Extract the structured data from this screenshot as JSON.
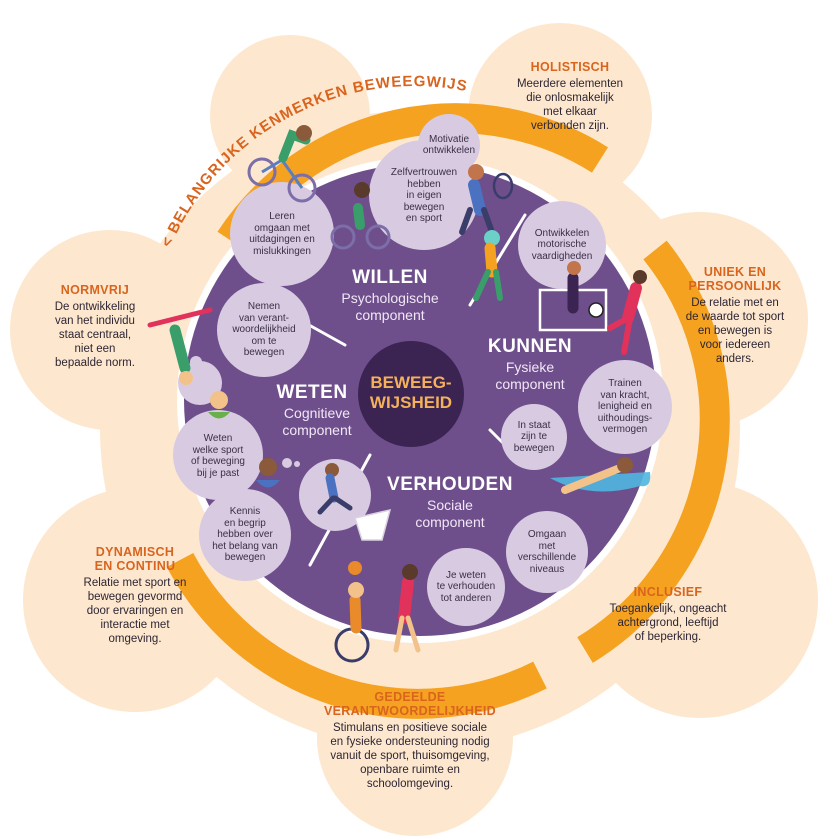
{
  "arc_title": "< BELANGRIJKE KENMERKEN BEWEEGWIJSHEID >",
  "center": {
    "line1": "BEWEEG-",
    "line2": "WIJSHEID"
  },
  "components": [
    {
      "id": "willen",
      "title": "WILLEN",
      "subtitle": [
        "Psychologische",
        "component"
      ]
    },
    {
      "id": "kunnen",
      "title": "KUNNEN",
      "subtitle": [
        "Fysieke",
        "component"
      ]
    },
    {
      "id": "weten",
      "title": "WETEN",
      "subtitle": [
        "Cognitieve",
        "component"
      ]
    },
    {
      "id": "verhouden",
      "title": "VERHOUDEN",
      "subtitle": [
        "Sociale",
        "component"
      ]
    }
  ],
  "bubbles": {
    "motivatie": [
      "Motivatie",
      "ontwikkelen"
    ],
    "zelfvertrouwen": [
      "Zelfvertrouwen",
      "hebben",
      "in eigen",
      "bewegen",
      "en sport"
    ],
    "leren": [
      "Leren",
      "omgaan met",
      "uitdagingen en",
      "mislukkingen"
    ],
    "motorisch": [
      "Ontwikkelen",
      "motorische",
      "vaardigheden"
    ],
    "trainen": [
      "Trainen",
      "van kracht,",
      "lenigheid en",
      "uithoudings-",
      "vermogen"
    ],
    "instaat": [
      "In staat",
      "zijn te",
      "bewegen"
    ],
    "nemen": [
      "Nemen",
      "van verant-",
      "woordelijkheid",
      "om te",
      "bewegen"
    ],
    "welke": [
      "Weten",
      "welke sport",
      "of beweging",
      "bij je past"
    ],
    "kennis": [
      "Kennis",
      "en begrip",
      "hebben over",
      "het belang van",
      "bewegen"
    ],
    "omgaan": [
      "Omgaan",
      "met",
      "verschillende",
      "niveaus"
    ],
    "verhouden": [
      "Je weten",
      "te verhouden",
      "tot anderen"
    ]
  },
  "characteristics": {
    "holistisch": {
      "title": "HOLISTISCH",
      "desc": [
        "Meerdere elementen",
        "die onlosmakelijk",
        "met elkaar",
        "verbonden zijn."
      ]
    },
    "uniek": {
      "title": [
        "UNIEK EN",
        "PERSOONLIJK"
      ],
      "desc": [
        "De relatie met en",
        "de waarde tot sport",
        "en bewegen is",
        "voor iedereen",
        "anders."
      ]
    },
    "normvrij": {
      "title": "NORMVRIJ",
      "desc": [
        "De ontwikkeling",
        "van het individu",
        "staat centraal,",
        "niet een",
        "bepaalde norm."
      ]
    },
    "dynamisch": {
      "title": [
        "DYNAMISCH",
        "EN CONTINU"
      ],
      "desc": [
        "Relatie met sport en",
        "bewegen gevormd",
        "door ervaringen en",
        "interactie met",
        "omgeving."
      ]
    },
    "inclusief": {
      "title": "INCLUSIEF",
      "desc": [
        "Toegankelijk, ongeacht",
        "achtergrond, leeftijd",
        "of beperking."
      ]
    },
    "gedeelde": {
      "title": [
        "GEDEELDE",
        "VERANTWOORDELIJKHEID"
      ],
      "desc": [
        "Stimulans en positieve sociale",
        "en fysieke ondersteuning nodig",
        "vanuit de sport, thuisomgeving,",
        "openbare ruimte en",
        "schoolomgeving."
      ]
    }
  },
  "colors": {
    "petal": "#fde8cf",
    "ring": "#f5a221",
    "disc": "#6e4f8c",
    "center": "#3b2352",
    "bubble": "#d8cbe1",
    "accent": "#d9641e"
  },
  "icons": [
    "cyclist-illustration",
    "tennis-player-illustration",
    "skater-illustration",
    "soccer-players-illustration",
    "cartwheel-child-illustration",
    "thinking-girl-illustration",
    "thinking-boy-illustration",
    "swimmer-illustration",
    "basketball-players-illustration",
    "wheelchair-player-illustration"
  ]
}
